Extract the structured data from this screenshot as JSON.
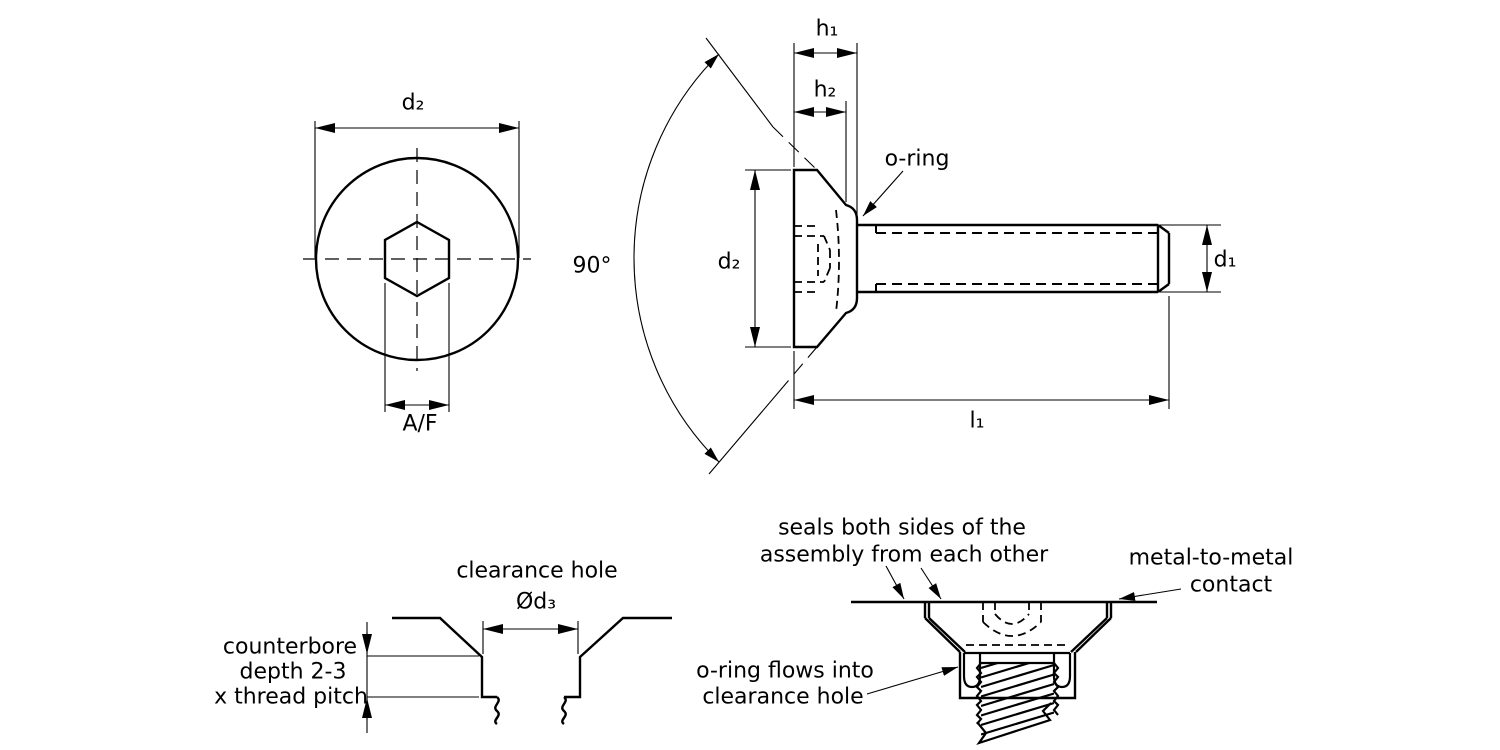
{
  "colors": {
    "line": "#000000",
    "background": "#ffffff"
  },
  "labels": {
    "top_view": {
      "d2": "d₂",
      "af": "A/F"
    },
    "side_view": {
      "h1": "h₁",
      "h2": "h₂",
      "o_ring": "o-ring",
      "d2": "d₂",
      "angle": "90°",
      "d1": "d₁",
      "l1": "l₁"
    },
    "counterbore_view": {
      "title": "clearance hole",
      "d3": "Ød₃",
      "depth_note": [
        "counterbore",
        "depth 2-3",
        "x thread pitch"
      ]
    },
    "assembly_view": {
      "seal_note": [
        "seals both sides of the",
        "assembly from each other"
      ],
      "contact_note": [
        "metal-to-metal",
        "contact"
      ],
      "oring_note": [
        "o-ring flows into",
        "clearance hole"
      ]
    }
  }
}
